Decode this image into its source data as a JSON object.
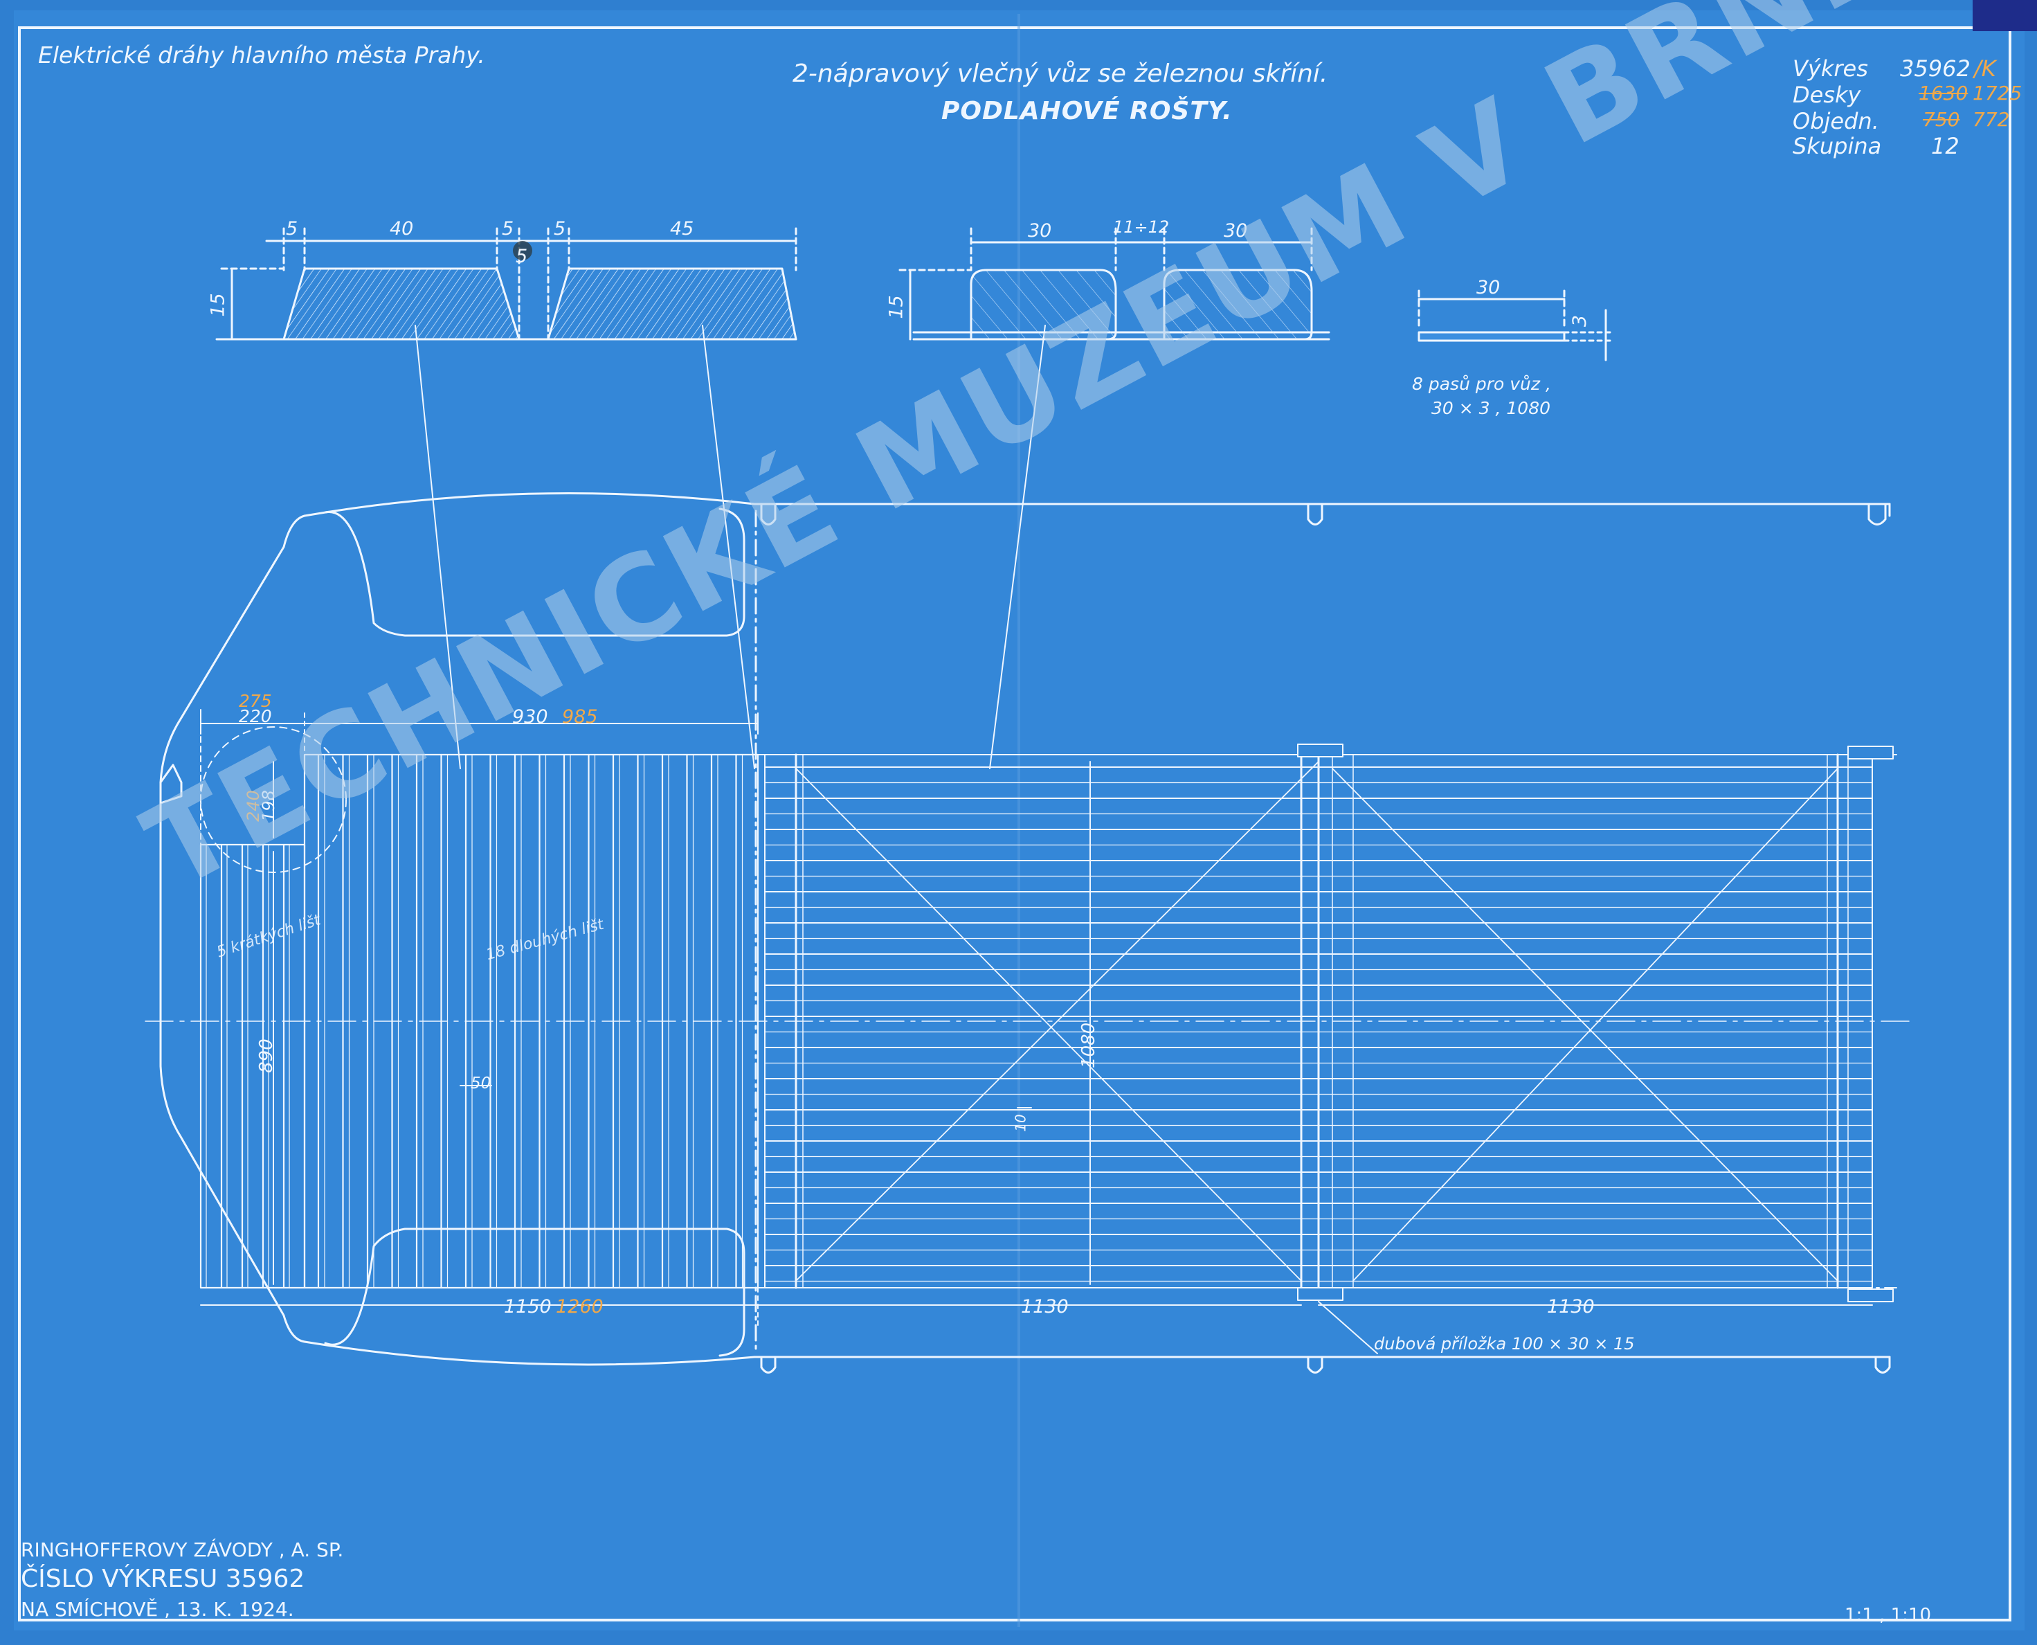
{
  "header": {
    "company": "Elektrické dráhy hlavního města Prahy.",
    "title_line1": "2-nápravový vlečný vůz se železnou skříní.",
    "title_line2": "PODLAHOVÉ ROŠTY."
  },
  "info_box": {
    "drawing_label": "Výkres",
    "drawing_value": "35962",
    "drawing_suffix": "/K",
    "boards_label": "Desky",
    "boards_old": "1630",
    "boards_new": "1725",
    "order_label": "Objedn.",
    "order_old": "750",
    "order_new": "772",
    "group_label": "Skupina",
    "group_value": "12"
  },
  "sections": {
    "d_5a": "5",
    "d_40": "40",
    "d_5b": "5",
    "d_5c": "5",
    "d_45": "45",
    "d_15a": "15",
    "d_5d": "5",
    "d_30a": "30",
    "d_gap": "11÷12",
    "d_30b": "30",
    "d_15b": "15",
    "d_30c": "30",
    "d_3": "3",
    "strip_note_line1": "8 pasů pro vůz ,",
    "strip_note_line2": "30 × 3 , 1080"
  },
  "plan": {
    "d_275": "275",
    "d_220": "220",
    "d_930": "930",
    "d_985": "985",
    "d_240": "240",
    "d_198": "198",
    "d_890": "890",
    "d_50": "50",
    "d_1080": "1080",
    "d_10": "10",
    "d_1150": "1150",
    "d_1260": "1260",
    "d_1130a": "1130",
    "d_1130b": "1130",
    "short_grate_note": "5 krátkých lišt",
    "long_grate_note": "18 dlouhých lišt",
    "oak_plate_note": "dubová příložka 100 × 30 × 15"
  },
  "title_block": {
    "maker": "RINGHOFFEROVY ZÁVODY , A. SP.",
    "drawing_no": "ČÍSLO VÝKRESU 35962",
    "place_date": "NA SMÍCHOVĚ , 13. K. 1924.",
    "scale": "1:1 , 1:10"
  },
  "watermark": "TECHNICKÉ MUZEUM V BRNĚ"
}
